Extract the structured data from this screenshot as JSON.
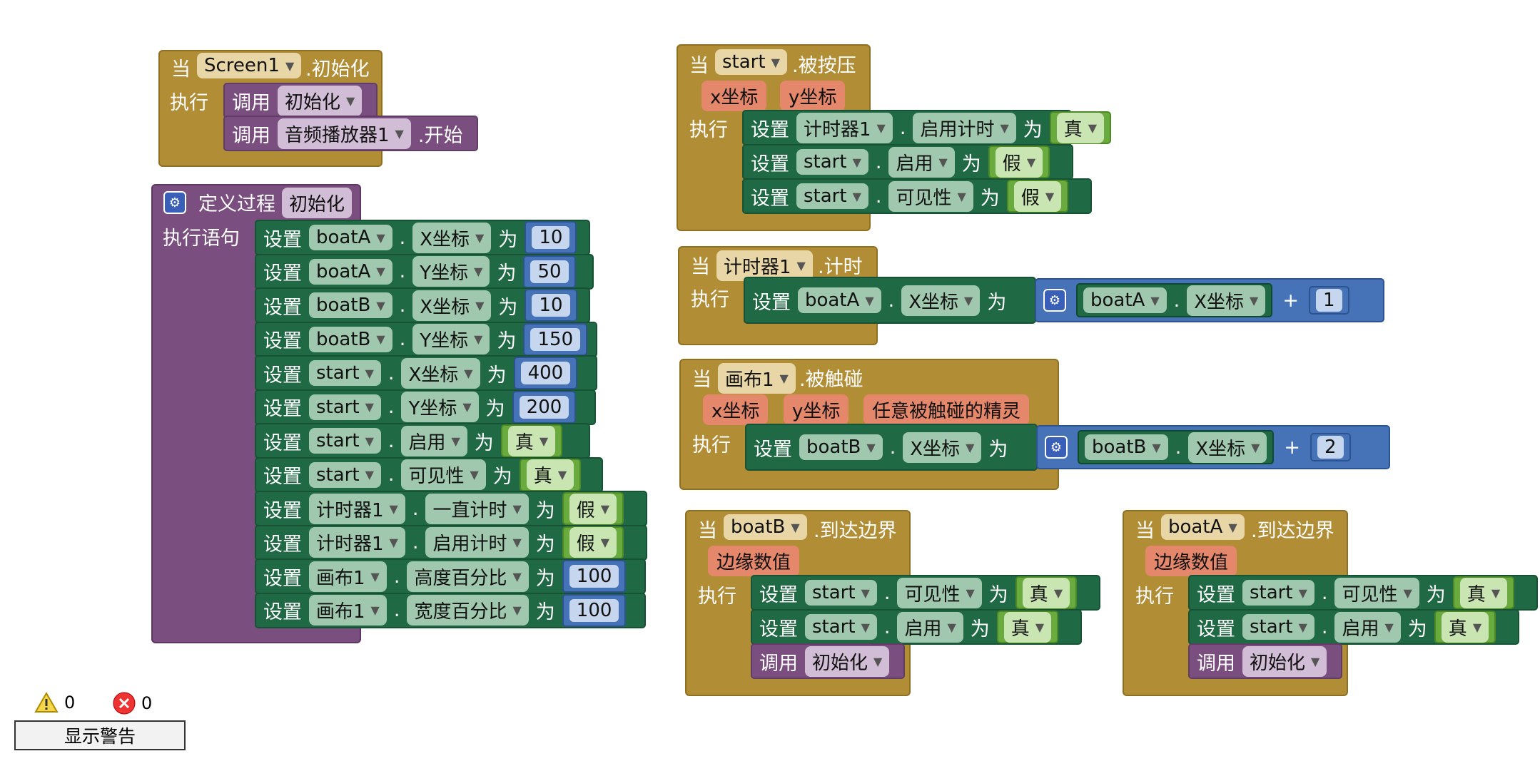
{
  "kw": {
    "when": "当",
    "do": "执行",
    "call": "调用",
    "set": "设置",
    "to": "为",
    "do_stmt": "执行语句",
    "define": "定义过程",
    "dot": ".",
    "plus": "+"
  },
  "screen_init": {
    "component": "Screen1",
    "event": ".初始化"
  },
  "proc_init": {
    "name": "初始化"
  },
  "player": {
    "component": "音频播放器1",
    "method": ".开始"
  },
  "procedure_rows": [
    {
      "comp": "boatA",
      "prop": "X坐标",
      "value": "10"
    },
    {
      "comp": "boatA",
      "prop": "Y坐标",
      "value": "50"
    },
    {
      "comp": "boatB",
      "prop": "X坐标",
      "value": "10"
    },
    {
      "comp": "boatB",
      "prop": "Y坐标",
      "value": "150"
    },
    {
      "comp": "start",
      "prop": "X坐标",
      "value": "400"
    },
    {
      "comp": "start",
      "prop": "Y坐标",
      "value": "200"
    },
    {
      "comp": "start",
      "prop": "启用",
      "value": "真"
    },
    {
      "comp": "start",
      "prop": "可见性",
      "value": "真"
    },
    {
      "comp": "计时器1",
      "prop": "一直计时",
      "value": "假"
    },
    {
      "comp": "计时器1",
      "prop": "启用计时",
      "value": "假"
    },
    {
      "comp": "画布1",
      "prop": "高度百分比",
      "value": "100"
    },
    {
      "comp": "画布1",
      "prop": "宽度百分比",
      "value": "100"
    }
  ],
  "start_click": {
    "component": "start",
    "event": ".被按压",
    "params": [
      "x坐标",
      "y坐标"
    ],
    "rows": [
      {
        "comp": "计时器1",
        "prop": "启用计时",
        "value": "真"
      },
      {
        "comp": "start",
        "prop": "启用",
        "value": "假"
      },
      {
        "comp": "start",
        "prop": "可见性",
        "value": "假"
      }
    ]
  },
  "timer": {
    "component": "计时器1",
    "event": ".计时",
    "set": {
      "comp": "boatA",
      "prop": "X坐标"
    },
    "get": {
      "comp": "boatA",
      "prop": "X坐标"
    },
    "addend": "1"
  },
  "canvas": {
    "component": "画布1",
    "event": ".被触碰",
    "params": [
      "x坐标",
      "y坐标",
      "任意被触碰的精灵"
    ],
    "set": {
      "comp": "boatB",
      "prop": "X坐标"
    },
    "get": {
      "comp": "boatB",
      "prop": "X坐标"
    },
    "addend": "2"
  },
  "edge_b": {
    "component": "boatB",
    "event": ".到达边界",
    "params": [
      "边缘数值"
    ],
    "rows": [
      {
        "comp": "start",
        "prop": "可见性",
        "value": "真"
      },
      {
        "comp": "start",
        "prop": "启用",
        "value": "真"
      }
    ],
    "call": "初始化"
  },
  "edge_a": {
    "component": "boatA",
    "event": ".到达边界",
    "params": [
      "边缘数值"
    ],
    "rows": [
      {
        "comp": "start",
        "prop": "可见性",
        "value": "真"
      },
      {
        "comp": "start",
        "prop": "启用",
        "value": "真"
      }
    ],
    "call": "初始化"
  },
  "warnings": {
    "warn_count": "0",
    "error_count": "0",
    "button": "显示警告"
  },
  "colors": {
    "event": "#b18d35",
    "procedure": "#7a4f80",
    "setter": "#1f6a45",
    "math": "#4673b8",
    "logic": "#6aab3f",
    "param": "#e4876a"
  }
}
